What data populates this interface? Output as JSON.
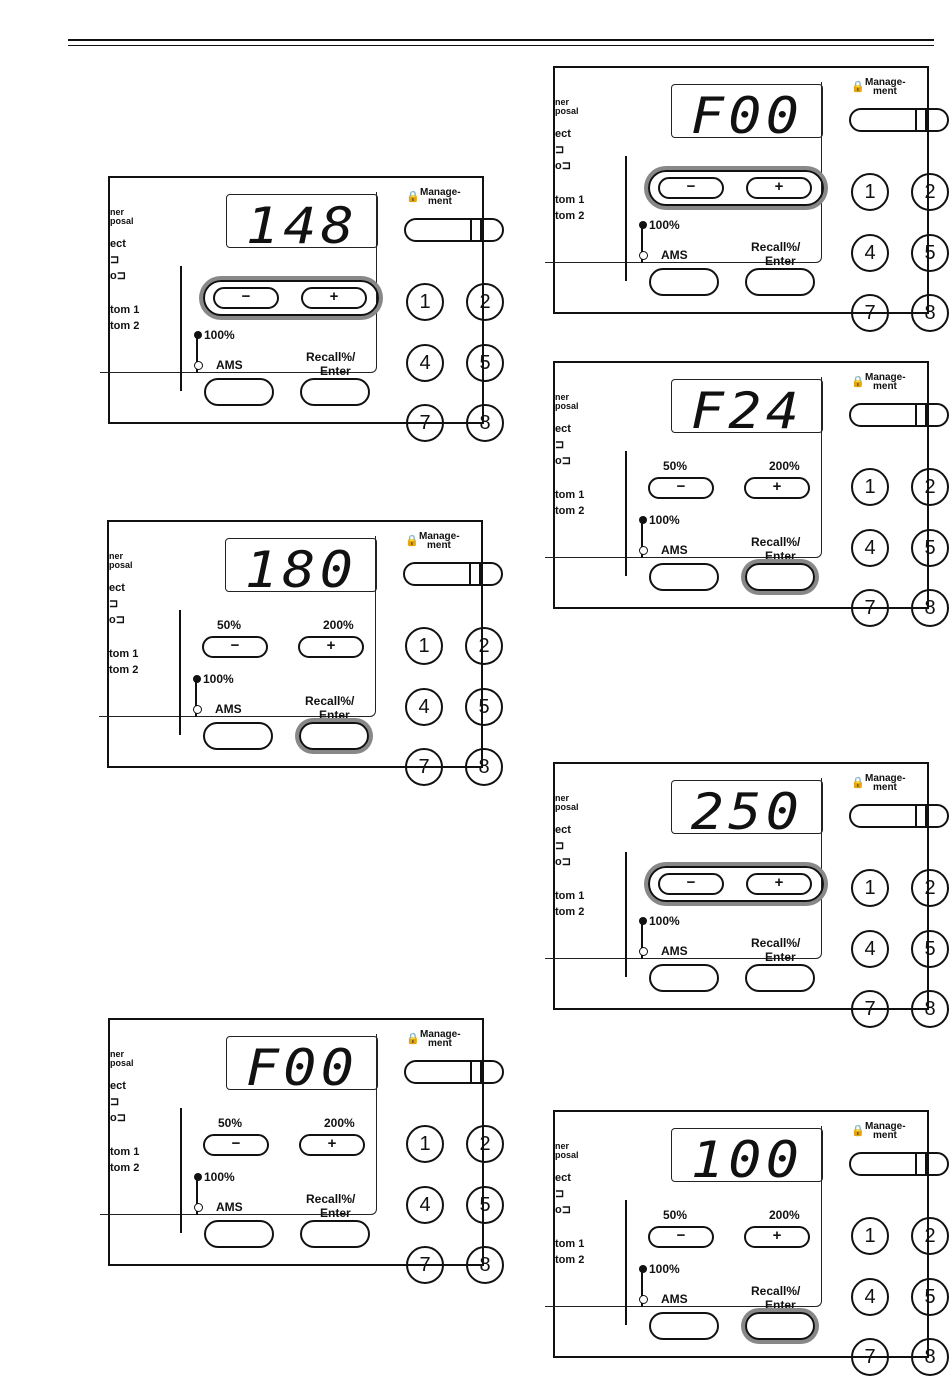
{
  "labels": {
    "toner_disposal_1": "ner",
    "toner_disposal_2": "posal",
    "select": "ect",
    "bottom1": "tom 1",
    "bottom2": "tom 2",
    "p50": "50%",
    "p200": "200%",
    "p100": "100%",
    "ams": "AMS",
    "recall": "Recall%/",
    "enter": "Enter",
    "management_1": "Manage-",
    "management_2": "ment",
    "minus": "−",
    "plus": "+",
    "num1": "1",
    "num4": "4",
    "num7": "7",
    "num2": "2",
    "num5": "5",
    "num8": "8"
  },
  "panels": [
    {
      "display": "148"
    },
    {
      "display": "180"
    },
    {
      "display": "F00"
    },
    {
      "display": "F00"
    },
    {
      "display": "F24"
    },
    {
      "display": "250"
    },
    {
      "display": "100"
    }
  ]
}
